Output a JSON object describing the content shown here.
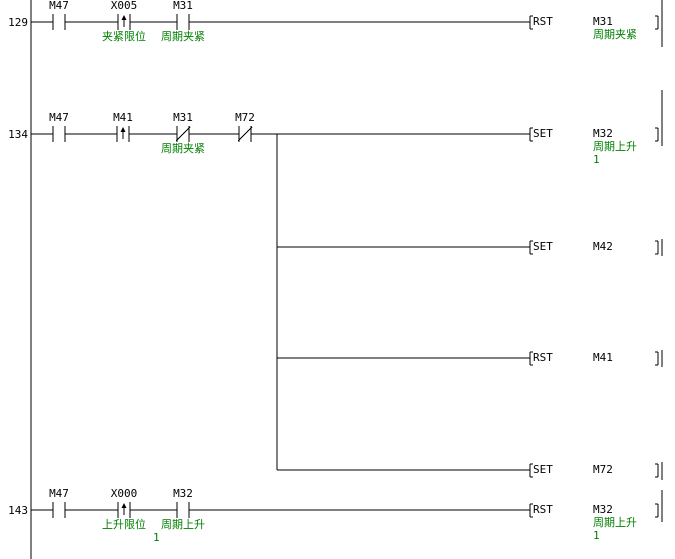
{
  "rungs": [
    {
      "step": "129",
      "contacts": [
        {
          "device": "M47",
          "type": "no",
          "comment": []
        },
        {
          "device": "X005",
          "type": "rising",
          "comment": [
            "夹紧限位"
          ]
        },
        {
          "device": "M31",
          "type": "no",
          "comment": [
            "周期夹紧"
          ]
        }
      ],
      "outputs": [
        {
          "instruction": "RST",
          "device": "M31",
          "comment": [
            "周期夹紧"
          ]
        }
      ]
    },
    {
      "step": "134",
      "contacts": [
        {
          "device": "M47",
          "type": "no",
          "comment": []
        },
        {
          "device": "M41",
          "type": "rising",
          "comment": []
        },
        {
          "device": "M31",
          "type": "nc",
          "comment": [
            "周期夹紧"
          ]
        },
        {
          "device": "M72",
          "type": "nc",
          "comment": []
        }
      ],
      "outputs": [
        {
          "instruction": "SET",
          "device": "M32",
          "comment": [
            "周期上升",
            "1"
          ]
        },
        {
          "instruction": "SET",
          "device": "M42",
          "comment": []
        },
        {
          "instruction": "RST",
          "device": "M41",
          "comment": []
        },
        {
          "instruction": "SET",
          "device": "M72",
          "comment": []
        }
      ]
    },
    {
      "step": "143",
      "contacts": [
        {
          "device": "M47",
          "type": "no",
          "comment": []
        },
        {
          "device": "X000",
          "type": "rising",
          "comment": [
            "上升限位"
          ]
        },
        {
          "device": "M32",
          "type": "no",
          "comment": [
            "周期上升",
            "1"
          ]
        }
      ],
      "outputs": [
        {
          "instruction": "RST",
          "device": "M32",
          "comment": [
            "周期上升",
            "1"
          ]
        }
      ]
    }
  ],
  "colors": {
    "line": "#000000",
    "device_text": "#000000",
    "comment_text": "#008000",
    "background": "#ffffff"
  }
}
